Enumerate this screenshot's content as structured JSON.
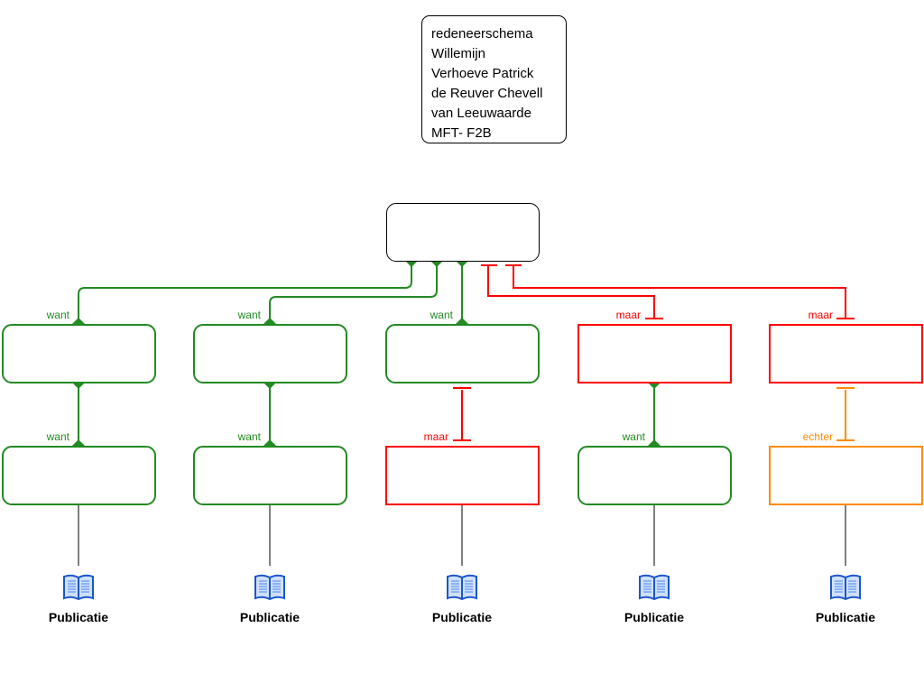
{
  "title_box": {
    "lines": [
      "redeneerschema",
      "Willemijn",
      "Verhoeve Patrick",
      "de Reuver Chevell",
      "van Leeuwaarde",
      "MFT- F2B"
    ]
  },
  "connectors": {
    "c1_top": "want",
    "c2_top": "want",
    "c3_top": "want",
    "c4_top": "maar",
    "c5_top": "maar",
    "c1_mid": "want",
    "c2_mid": "want",
    "c3_mid": "maar",
    "c4_mid": "want",
    "c5_mid": "echter"
  },
  "publications": [
    "Publicatie",
    "Publicatie",
    "Publicatie",
    "Publicatie",
    "Publicatie"
  ],
  "colors": {
    "support": "#228b22",
    "objection": "#ff0000",
    "rebuttal": "#ff8c00"
  }
}
